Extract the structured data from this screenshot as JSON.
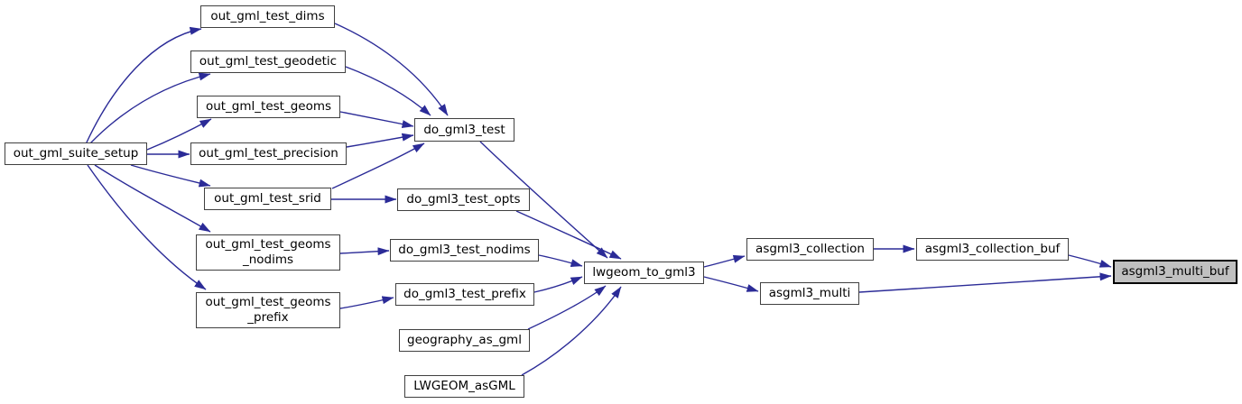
{
  "diagram": {
    "kind": "call-graph",
    "colors": {
      "edge": "#2b2b97",
      "node_border": "#404040",
      "node_fill": "#ffffff",
      "highlight_fill": "#c0c0c0",
      "highlight_border": "#000000",
      "text": "#000000",
      "background": "#ffffff"
    }
  },
  "nodes": {
    "out_gml_suite_setup": {
      "label": "out_gml_suite_setup"
    },
    "out_gml_test_dims": {
      "label": "out_gml_test_dims"
    },
    "out_gml_test_geodetic": {
      "label": "out_gml_test_geodetic"
    },
    "out_gml_test_geoms": {
      "label": "out_gml_test_geoms"
    },
    "out_gml_test_precision": {
      "label": "out_gml_test_precision"
    },
    "out_gml_test_srid": {
      "label": "out_gml_test_srid"
    },
    "out_gml_test_geoms_nodims": {
      "label": "out_gml_test_geoms\n_nodims"
    },
    "out_gml_test_geoms_prefix": {
      "label": "out_gml_test_geoms\n_prefix"
    },
    "do_gml3_test": {
      "label": "do_gml3_test"
    },
    "do_gml3_test_opts": {
      "label": "do_gml3_test_opts"
    },
    "do_gml3_test_nodims": {
      "label": "do_gml3_test_nodims"
    },
    "do_gml3_test_prefix": {
      "label": "do_gml3_test_prefix"
    },
    "geography_as_gml": {
      "label": "geography_as_gml"
    },
    "LWGEOM_asGML": {
      "label": "LWGEOM_asGML"
    },
    "lwgeom_to_gml3": {
      "label": "lwgeom_to_gml3"
    },
    "asgml3_collection": {
      "label": "asgml3_collection"
    },
    "asgml3_multi": {
      "label": "asgml3_multi"
    },
    "asgml3_collection_buf": {
      "label": "asgml3_collection_buf"
    },
    "asgml3_multi_buf": {
      "label": "asgml3_multi_buf",
      "highlighted": true
    }
  },
  "edges": [
    {
      "from": "out_gml_suite_setup",
      "to": "out_gml_test_dims"
    },
    {
      "from": "out_gml_suite_setup",
      "to": "out_gml_test_geodetic"
    },
    {
      "from": "out_gml_suite_setup",
      "to": "out_gml_test_geoms"
    },
    {
      "from": "out_gml_suite_setup",
      "to": "out_gml_test_precision"
    },
    {
      "from": "out_gml_suite_setup",
      "to": "out_gml_test_srid"
    },
    {
      "from": "out_gml_suite_setup",
      "to": "out_gml_test_geoms_nodims"
    },
    {
      "from": "out_gml_suite_setup",
      "to": "out_gml_test_geoms_prefix"
    },
    {
      "from": "out_gml_test_dims",
      "to": "do_gml3_test"
    },
    {
      "from": "out_gml_test_geodetic",
      "to": "do_gml3_test"
    },
    {
      "from": "out_gml_test_geoms",
      "to": "do_gml3_test"
    },
    {
      "from": "out_gml_test_precision",
      "to": "do_gml3_test"
    },
    {
      "from": "out_gml_test_srid",
      "to": "do_gml3_test"
    },
    {
      "from": "out_gml_test_srid",
      "to": "do_gml3_test_opts"
    },
    {
      "from": "out_gml_test_geoms_nodims",
      "to": "do_gml3_test_nodims"
    },
    {
      "from": "out_gml_test_geoms_prefix",
      "to": "do_gml3_test_prefix"
    },
    {
      "from": "do_gml3_test",
      "to": "lwgeom_to_gml3"
    },
    {
      "from": "do_gml3_test_opts",
      "to": "lwgeom_to_gml3"
    },
    {
      "from": "do_gml3_test_nodims",
      "to": "lwgeom_to_gml3"
    },
    {
      "from": "do_gml3_test_prefix",
      "to": "lwgeom_to_gml3"
    },
    {
      "from": "geography_as_gml",
      "to": "lwgeom_to_gml3"
    },
    {
      "from": "LWGEOM_asGML",
      "to": "lwgeom_to_gml3"
    },
    {
      "from": "lwgeom_to_gml3",
      "to": "asgml3_collection"
    },
    {
      "from": "lwgeom_to_gml3",
      "to": "asgml3_multi"
    },
    {
      "from": "asgml3_collection",
      "to": "asgml3_collection_buf"
    },
    {
      "from": "asgml3_collection_buf",
      "to": "asgml3_multi_buf"
    },
    {
      "from": "asgml3_multi",
      "to": "asgml3_multi_buf"
    }
  ]
}
